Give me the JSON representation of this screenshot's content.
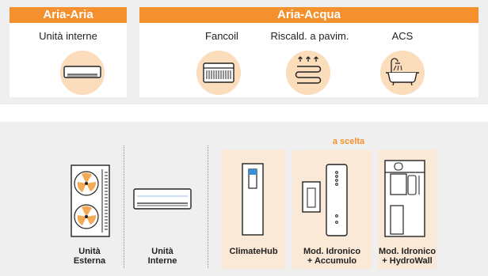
{
  "top": {
    "header_aria_aria": "Aria-Aria",
    "header_aria_acqua": "Aria-Acqua",
    "items": [
      {
        "label": "Unità interne",
        "icon": "wall-unit-icon"
      },
      {
        "label": "Fancoil",
        "icon": "fancoil-icon"
      },
      {
        "label": "Riscald. a pavim.",
        "icon": "floor-heating-icon"
      },
      {
        "label": "ACS",
        "icon": "bathtub-icon"
      }
    ]
  },
  "bottom": {
    "choice_label": "a scelta",
    "captions": [
      {
        "line1": "Unità",
        "line2": "Esterna"
      },
      {
        "line1": "Unità",
        "line2": "Interne"
      },
      {
        "line1": "ClimateHub",
        "line2": ""
      },
      {
        "line1": "Mod. Idronico",
        "line2": "+ Accumulo"
      },
      {
        "line1": "Mod. Idronico",
        "line2": "+ HydroWall"
      }
    ]
  },
  "colors": {
    "accent": "#f4902e",
    "circle": "#fbdcbb",
    "card": "#fbe9d7",
    "panel": "#efefef"
  }
}
